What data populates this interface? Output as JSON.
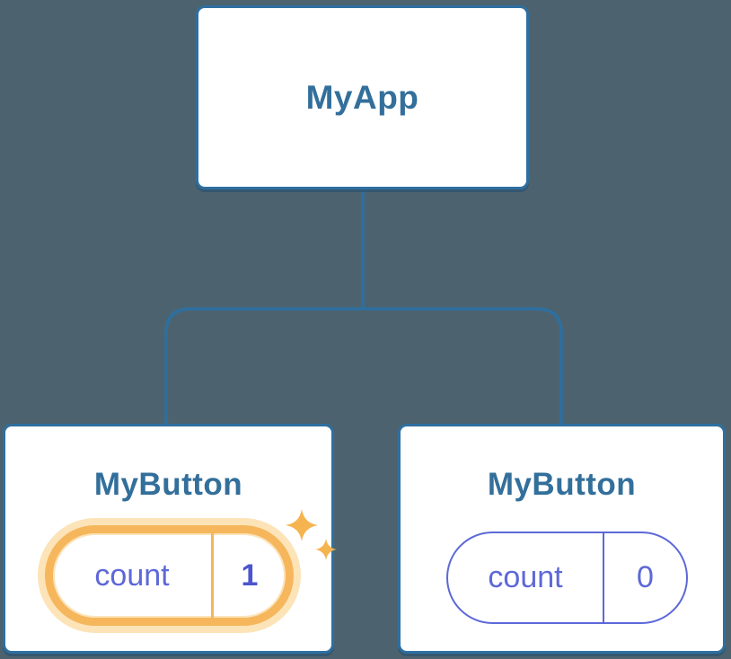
{
  "colors": {
    "bg": "#4c636f",
    "line": "#2e6fa1",
    "card-bg": "#ffffff",
    "node-text": "#336f9b",
    "indigo": "#5d68d8",
    "indigo-bold": "#4b55ce",
    "orange": "#f6b65c",
    "orange-glow": "#fce4b8",
    "sparkle": "#f5b44f"
  },
  "tree": {
    "root": {
      "label": "MyApp"
    },
    "children": [
      {
        "label": "MyButton",
        "highlighted": true,
        "state": {
          "name": "count",
          "value": "1"
        }
      },
      {
        "label": "MyButton",
        "highlighted": false,
        "state": {
          "name": "count",
          "value": "0"
        }
      }
    ]
  },
  "icons": {
    "sparkles": "two orange four-point stars"
  }
}
